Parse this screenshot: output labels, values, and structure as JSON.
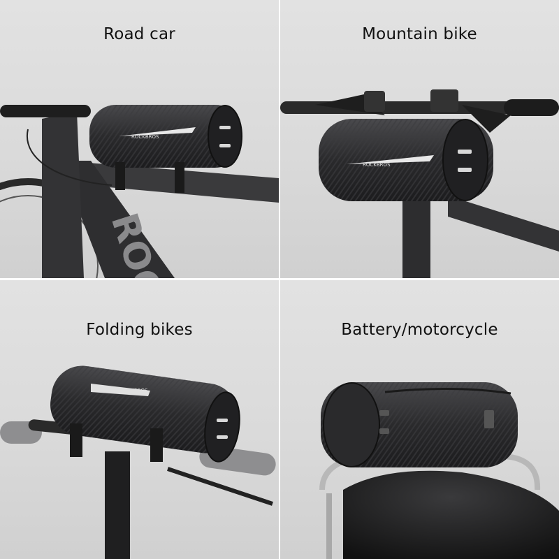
{
  "panels": [
    {
      "caption": "Road car",
      "brand": "ROCKBROS",
      "frame_text": "ROC"
    },
    {
      "caption": "Mountain bike",
      "brand": "ROCKBROS"
    },
    {
      "caption": "Folding bikes",
      "brand": "ROCKBROS"
    },
    {
      "caption": "Battery/motorcycle"
    }
  ],
  "colors": {
    "background": "#dcdcdc",
    "bag": "#2b2b2d",
    "frame": "#3a3a3c",
    "divider": "#ffffff"
  }
}
